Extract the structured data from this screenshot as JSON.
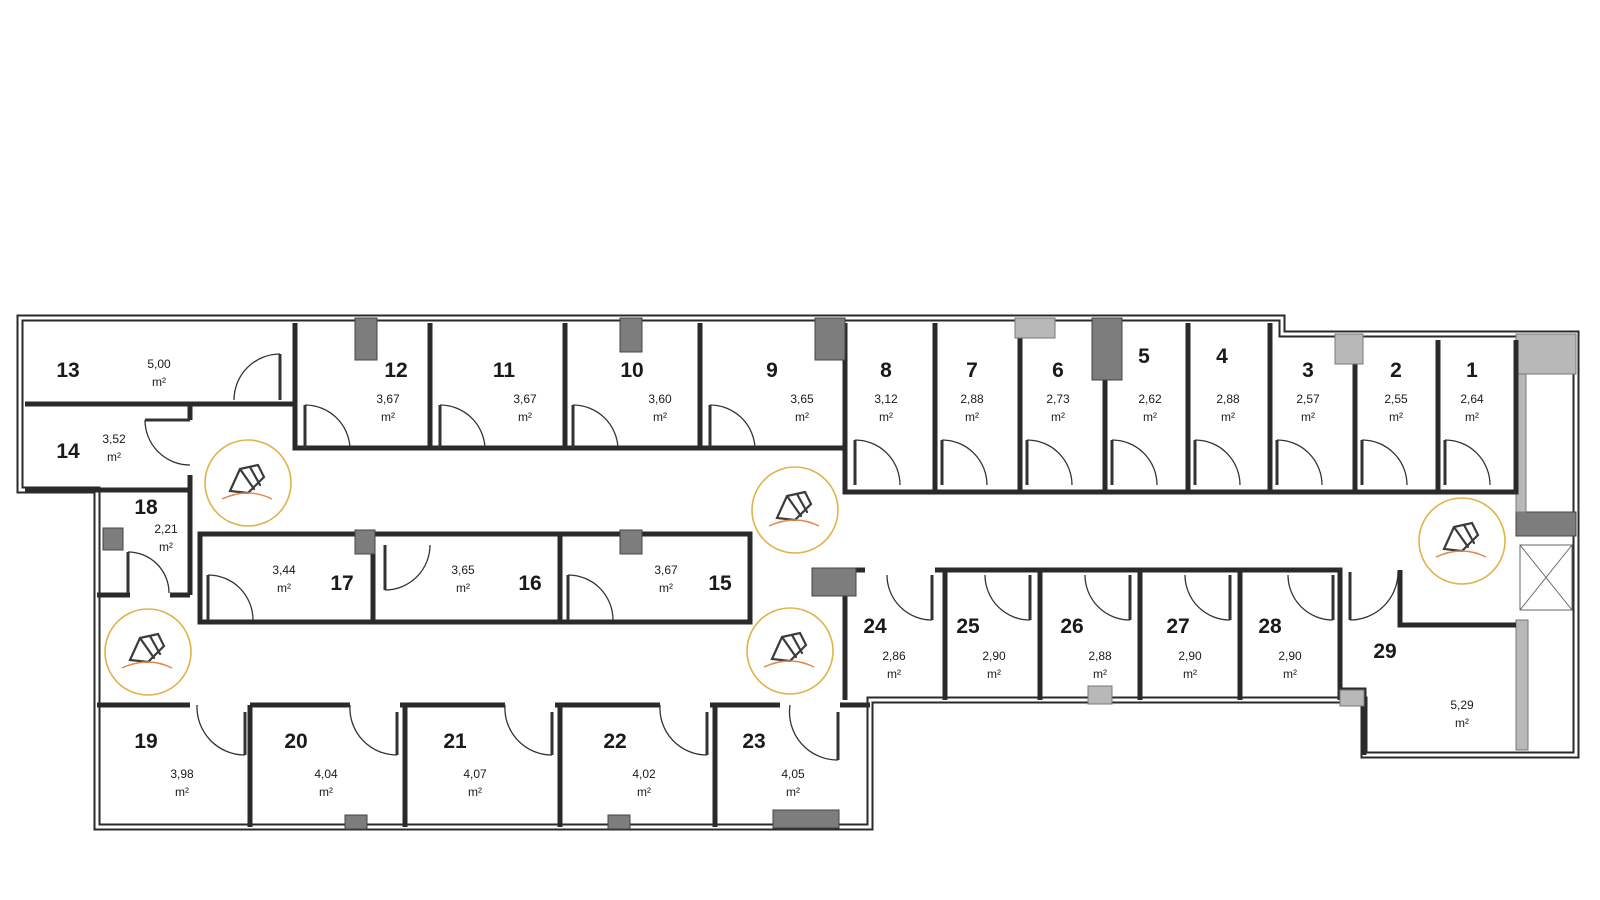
{
  "rooms": [
    {
      "id": "1",
      "area": "2,64",
      "unit": "m²"
    },
    {
      "id": "2",
      "area": "2,55",
      "unit": "m²"
    },
    {
      "id": "3",
      "area": "2,57",
      "unit": "m²"
    },
    {
      "id": "4",
      "area": "2,88",
      "unit": "m²"
    },
    {
      "id": "5",
      "area": "2,62",
      "unit": "m²"
    },
    {
      "id": "6",
      "area": "2,73",
      "unit": "m²"
    },
    {
      "id": "7",
      "area": "2,88",
      "unit": "m²"
    },
    {
      "id": "8",
      "area": "3,12",
      "unit": "m²"
    },
    {
      "id": "9",
      "area": "3,65",
      "unit": "m²"
    },
    {
      "id": "10",
      "area": "3,60",
      "unit": "m²"
    },
    {
      "id": "11",
      "area": "3,67",
      "unit": "m²"
    },
    {
      "id": "12",
      "area": "3,67",
      "unit": "m²"
    },
    {
      "id": "13",
      "area": "5,00",
      "unit": "m²"
    },
    {
      "id": "14",
      "area": "3,52",
      "unit": "m²"
    },
    {
      "id": "15",
      "area": "3,67",
      "unit": "m²"
    },
    {
      "id": "16",
      "area": "3,65",
      "unit": "m²"
    },
    {
      "id": "17",
      "area": "3,44",
      "unit": "m²"
    },
    {
      "id": "18",
      "area": "2,21",
      "unit": "m²"
    },
    {
      "id": "19",
      "area": "3,98",
      "unit": "m²"
    },
    {
      "id": "20",
      "area": "4,04",
      "unit": "m²"
    },
    {
      "id": "21",
      "area": "4,07",
      "unit": "m²"
    },
    {
      "id": "22",
      "area": "4,02",
      "unit": "m²"
    },
    {
      "id": "23",
      "area": "4,05",
      "unit": "m²"
    },
    {
      "id": "24",
      "area": "2,86",
      "unit": "m²"
    },
    {
      "id": "25",
      "area": "2,90",
      "unit": "m²"
    },
    {
      "id": "26",
      "area": "2,88",
      "unit": "m²"
    },
    {
      "id": "27",
      "area": "2,90",
      "unit": "m²"
    },
    {
      "id": "28",
      "area": "2,90",
      "unit": "m²"
    },
    {
      "id": "29",
      "area": "5,29",
      "unit": "m²"
    }
  ],
  "colors": {
    "wall": "#2a2a2a",
    "pillar": "#7d7d7d",
    "stamp": "#e0b24a"
  },
  "icons": [
    "watermark-stamp-icon",
    "door-swing-icon",
    "stair-icon"
  ]
}
